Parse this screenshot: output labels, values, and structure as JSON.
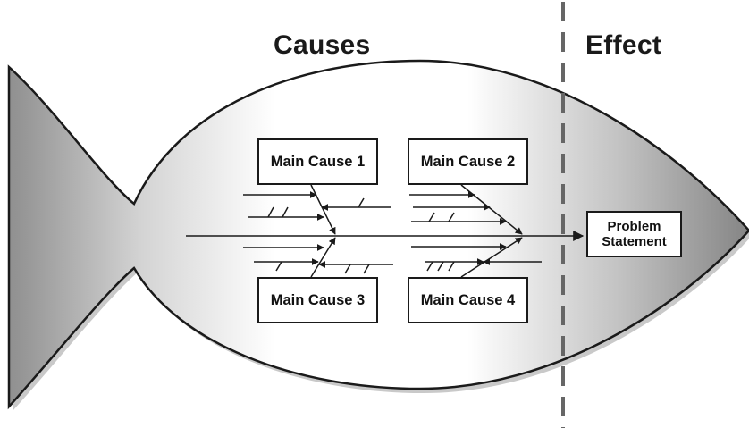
{
  "headers": {
    "causes": "Causes",
    "effect": "Effect"
  },
  "main_causes": [
    "Main Cause 1",
    "Main Cause 2",
    "Main Cause 3",
    "Main Cause 4"
  ],
  "problem_statement": {
    "line1": "Problem",
    "line2": "Statement"
  },
  "colors": {
    "outline": "#1a1a1a",
    "fish_light": "#ffffff",
    "fish_dark": "#8a8a8a",
    "divider": "#666666",
    "box_fill": "#ffffff"
  }
}
